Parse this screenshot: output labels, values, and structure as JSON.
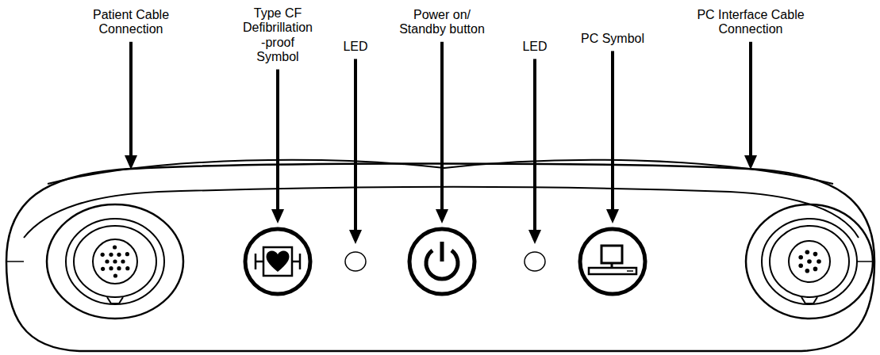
{
  "diagram": {
    "labels": [
      "Patient Cable Connection",
      "Type CF Defibrillation -proof Symbol",
      "LED",
      "Power on/ Standby button",
      "LED",
      "PC Symbol",
      "PC Interface Cable Connection"
    ]
  }
}
